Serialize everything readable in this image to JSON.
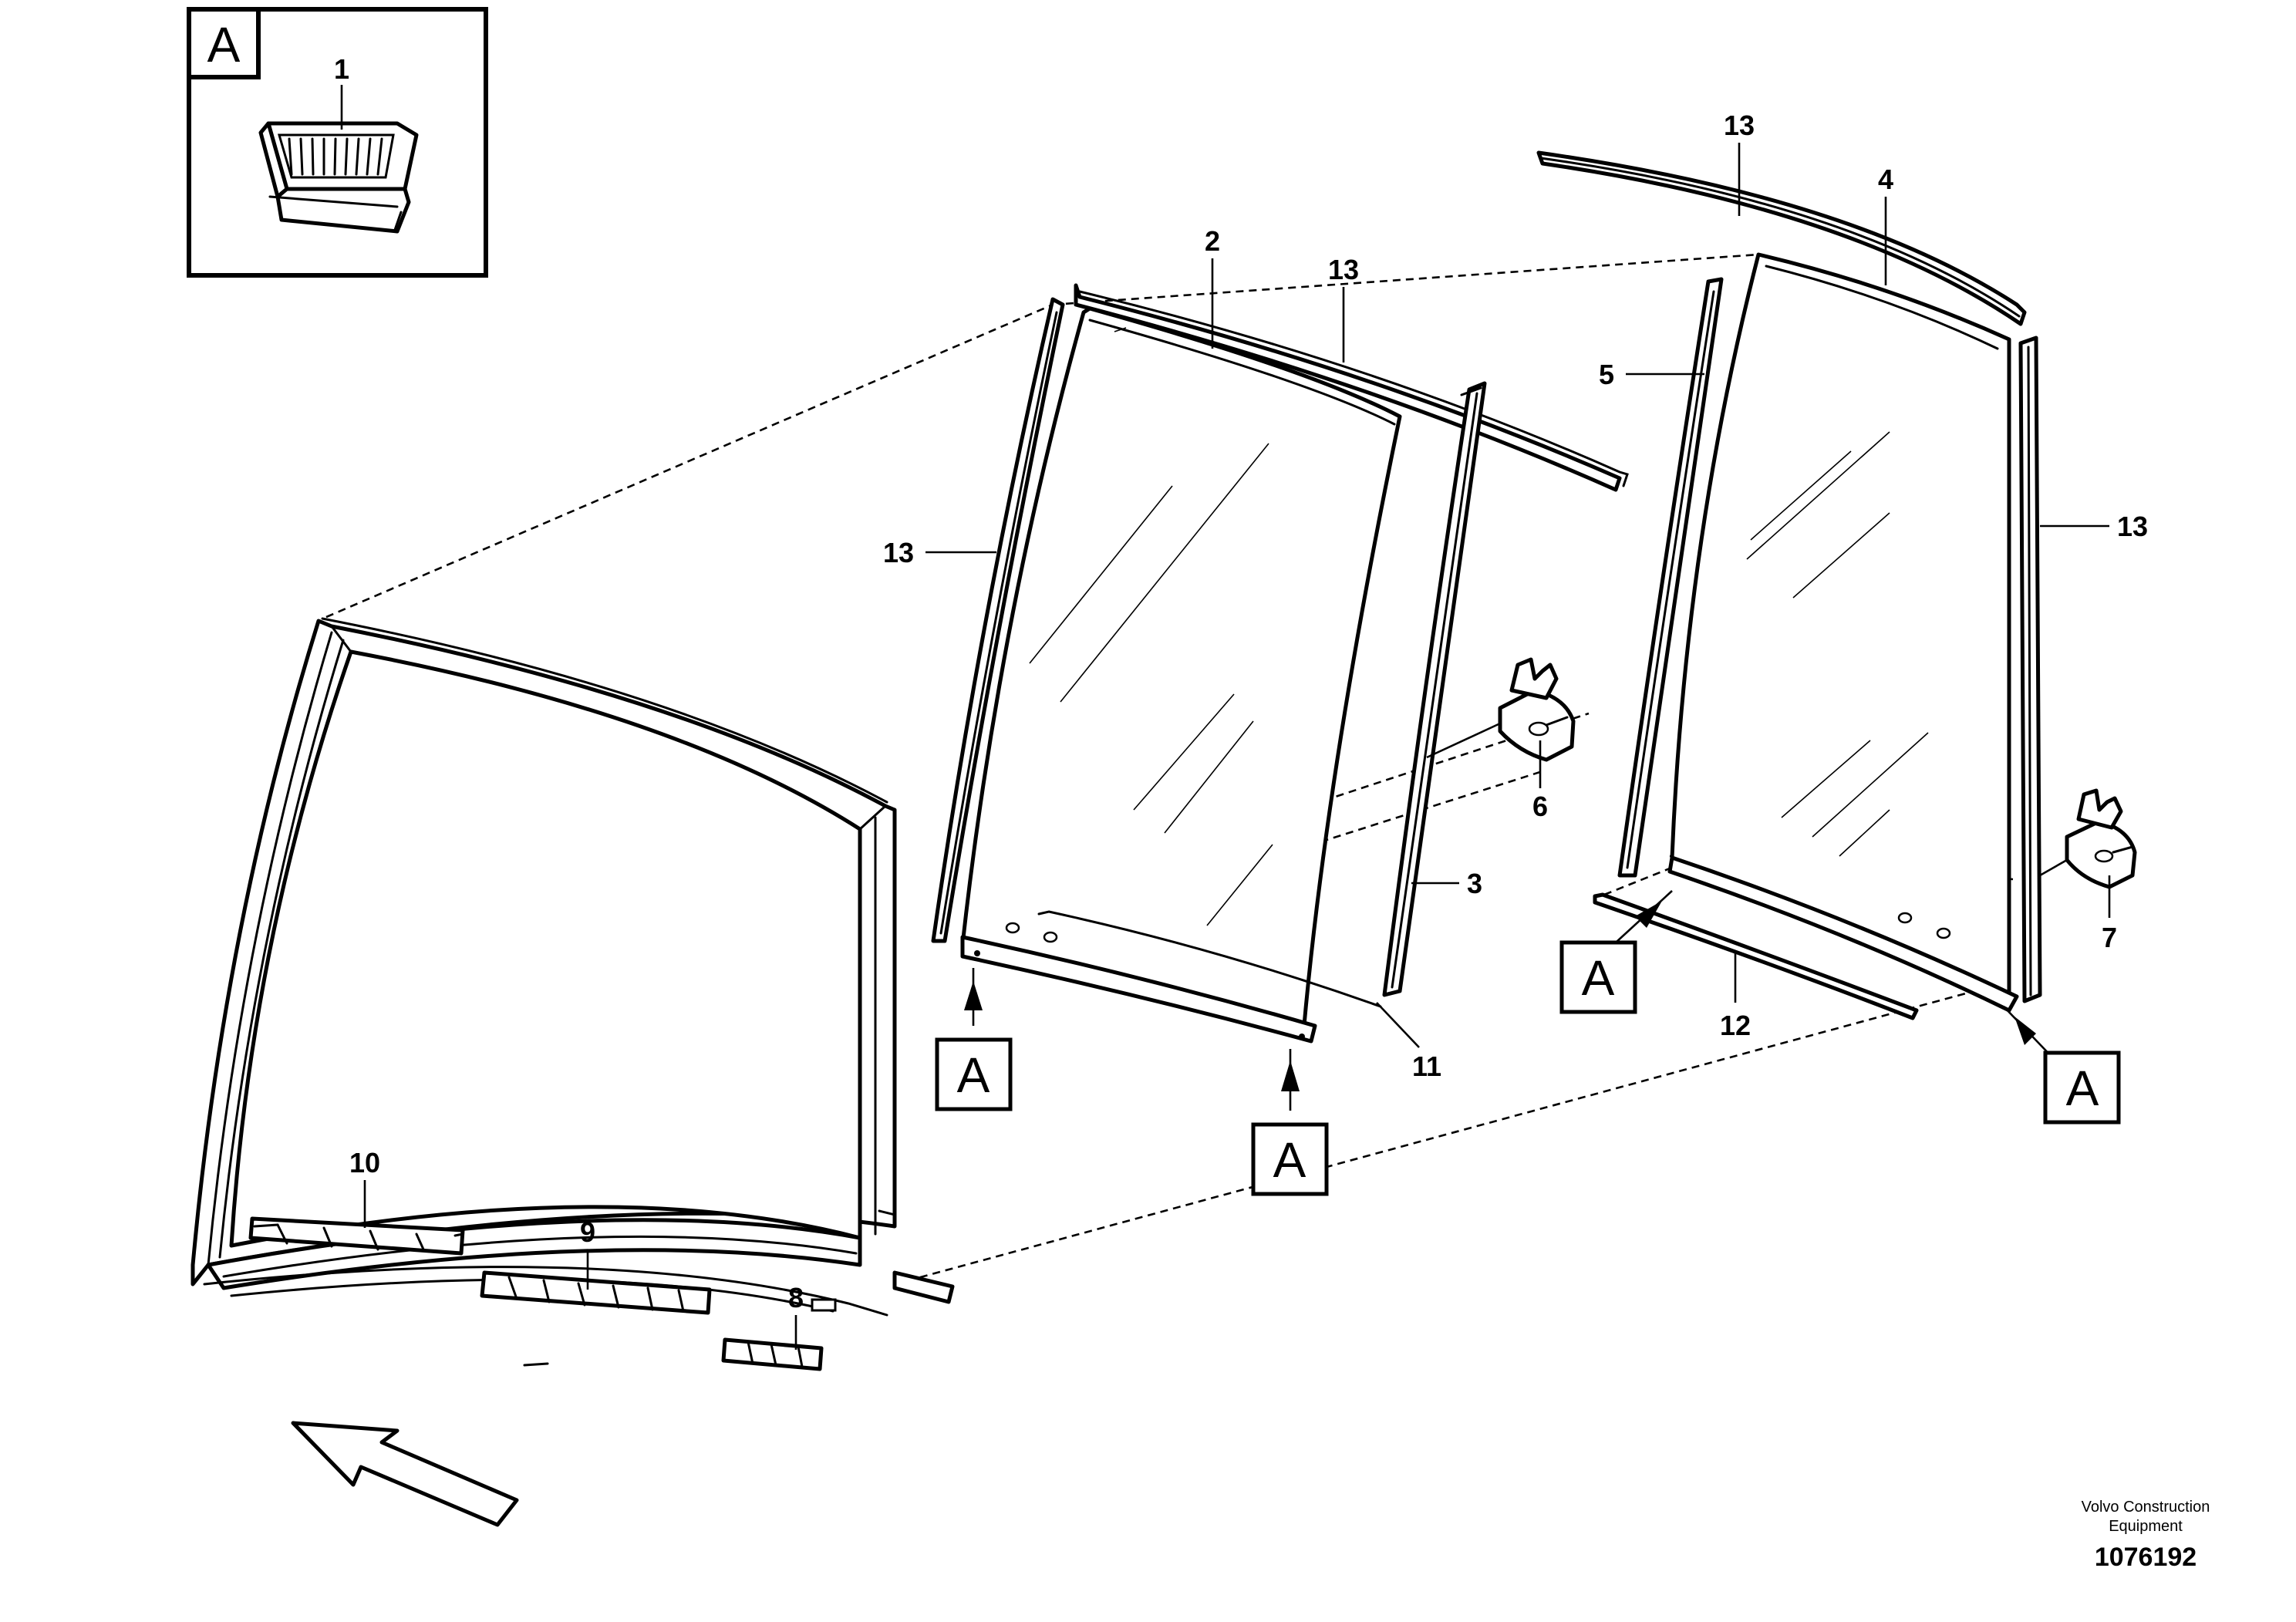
{
  "inset": {
    "ref_letter": "A",
    "callout": "1"
  },
  "callouts": {
    "c2": "2",
    "c3": "3",
    "c4": "4",
    "c5": "5",
    "c6": "6",
    "c7": "7",
    "c8": "8",
    "c9": "9",
    "c10": "10",
    "c11": "11",
    "c12": "12",
    "c13_top_left": "13",
    "c13_top_right": "13",
    "c13_left": "13",
    "c13_right": "13"
  },
  "reference_markers": {
    "left_glass_left": "A",
    "left_glass_right": "A",
    "right_glass_left": "A",
    "right_glass_right": "A"
  },
  "footer": {
    "brand_line1": "Volvo Construction",
    "brand_line2": "Equipment",
    "doc_number": "1076192"
  },
  "icons": {
    "direction": "forward-arrow-icon"
  }
}
